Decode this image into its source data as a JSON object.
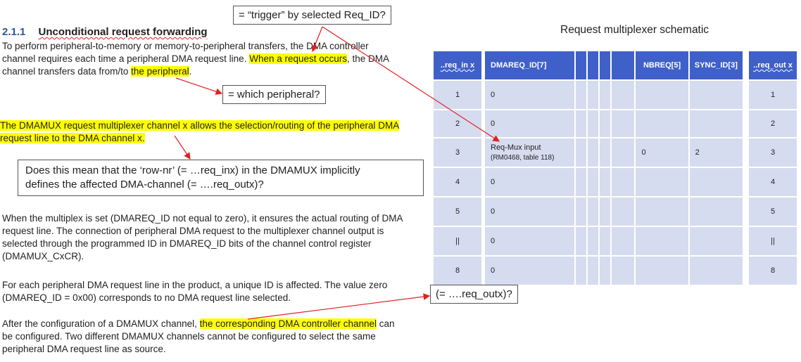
{
  "section": {
    "number": "2.1.1",
    "title": "Unconditional request forwarding"
  },
  "para1": {
    "s1": "To perform peripheral-to-memory or memory-to-peripheral transfers, the DMA controller",
    "s2": "channel requires each time a peripheral DMA request line. ",
    "s3": "When a request occurs",
    "s4": ", the DMA",
    "s5": "channel transfers data from/to ",
    "s6": "the peripheral",
    "s7": "."
  },
  "para2": {
    "l1": "The DMAMUX request multiplexer channel x allows the selection/routing of the peripheral DMA",
    "l2": "request line to the DMA channel x."
  },
  "para3": {
    "l1": "When the multiplex is set (DMAREQ_ID not equal to zero), it ensures the actual routing of DMA",
    "l2": "request line. The connection of peripheral DMA request to the multiplexer channel output is",
    "l3": "selected through the programmed ID in DMAREQ_ID bits of the channel control register",
    "l4": "(DMAMUX_CxCR)."
  },
  "para4": {
    "l1": "For each peripheral DMA request line in the product, a unique ID is affected. The value zero",
    "l2": "(DMAREQ_ID = 0x00) corresponds to no DMA request line selected."
  },
  "para5": {
    "s1": "After the configuration of a DMAMUX channel, ",
    "s2": "the corresponding DMA controller channel",
    "s3": " can",
    "l2": "be configured. Two different DMAMUX channels cannot be configured to select the same",
    "l3": "peripheral DMA request line as source."
  },
  "callouts": {
    "trigger": "= “trigger” by selected Req_ID?",
    "which_peripheral": "= which peripheral?",
    "row_question_l1": "Does this mean that the ‘row-nr’ (= …req_inx) in the DMAMUX implicitly",
    "row_question_l2": "defines the affected DMA-channel (= ….req_outx)?",
    "req_outx": "(= ….req_outx)?"
  },
  "schematic": {
    "title": "Request multiplexer schematic",
    "in_header": "..req_in x",
    "out_header": "..req_out x",
    "headers": [
      "DMAREQ_ID[7]",
      "",
      "",
      "",
      "",
      "NBREQ[5]",
      "SYNC_ID[3]"
    ],
    "rows": [
      {
        "in": "1",
        "id": "0",
        "nb": "",
        "sync": "",
        "out": "1"
      },
      {
        "in": "2",
        "id": "0",
        "nb": "",
        "sync": "",
        "out": "2"
      },
      {
        "in": "3",
        "id": "Req-Mux input",
        "id_sub": "(RM0468, table 118)",
        "nb": "0",
        "sync": "2",
        "out": "3"
      },
      {
        "in": "4",
        "id": "0",
        "nb": "",
        "sync": "",
        "out": "4"
      },
      {
        "in": "5",
        "id": "0",
        "nb": "",
        "sync": "",
        "out": "5"
      },
      {
        "in": "||",
        "id": "0",
        "nb": "",
        "sync": "",
        "out": "||"
      },
      {
        "in": "8",
        "id": "0",
        "nb": "",
        "sync": "",
        "out": "8"
      }
    ]
  },
  "colors": {
    "highlight": "#ffff00",
    "arrow": "#e02020",
    "table_header": "#3f60c8",
    "table_cell": "#d6dcef",
    "heading_number": "#2f5597"
  }
}
